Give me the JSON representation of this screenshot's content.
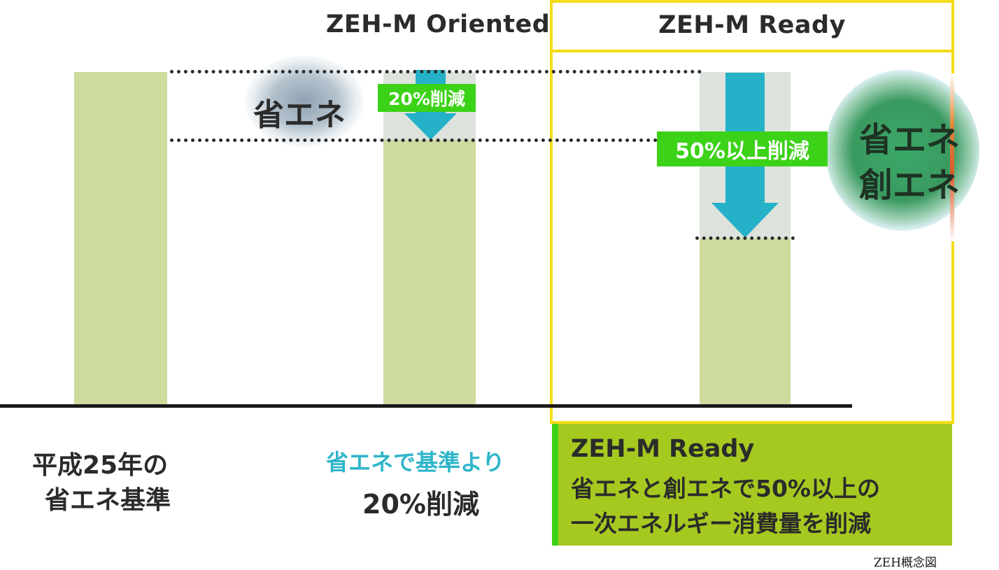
{
  "headers": {
    "oriented": "ZEH-M Oriented",
    "ready": "ZEH-M Ready"
  },
  "chart_data": {
    "type": "bar",
    "categories": [
      "平成25年の省エネ基準",
      "ZEH-M Oriented",
      "ZEH-M Ready"
    ],
    "values": [
      100,
      80,
      50
    ],
    "reductions": [
      "20%削減",
      "50%以上削減"
    ]
  },
  "labels": {
    "energy_saving": "省エネ",
    "reduction_20": "20%削減",
    "reduction_50": "50%以上削減",
    "circle_line1": "省エネ",
    "circle_line2": "創エネ"
  },
  "bottom": {
    "baseline_line1": "平成25年の",
    "baseline_line2": "省エネ基準",
    "oriented_line1": "省エネで基準より",
    "oriented_line2": "20%削減",
    "ready_line1": "ZEH-M Ready",
    "ready_line2": "省エネと創エネで50%以上の",
    "ready_line3": "一次エネルギー消費量を削減"
  },
  "caption": "ZEH概念図",
  "colors": {
    "bar": "#cddb9f",
    "frame": "#f5dc18",
    "label_green": "#3cd218",
    "arrow": "#25b2c9",
    "panel": "#a5c91f",
    "oriented_accent": "#2eb5c9"
  }
}
